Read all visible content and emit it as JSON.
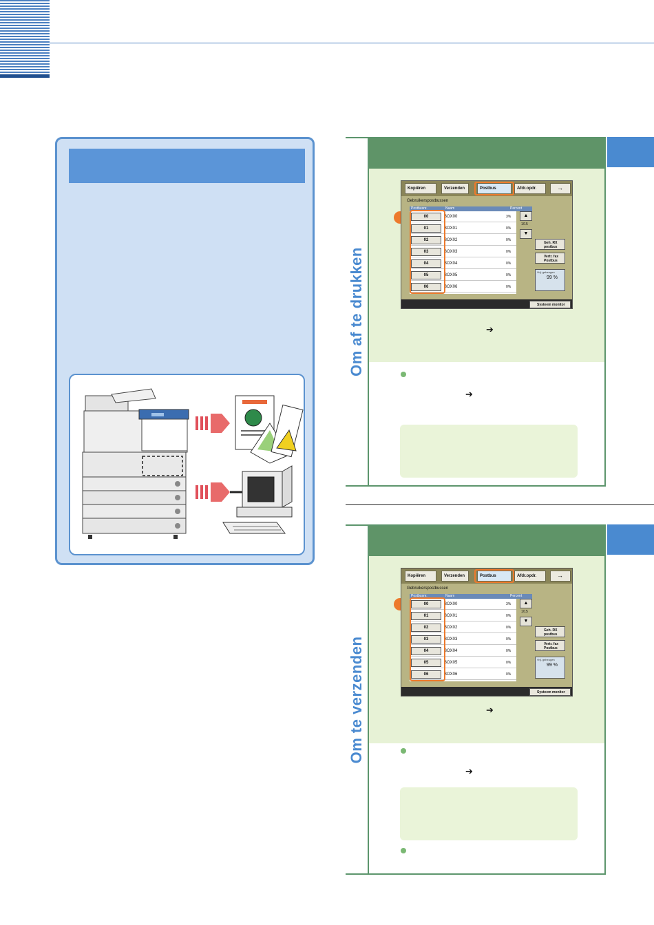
{
  "sections": [
    {
      "title": "Om af te drukken",
      "screen": {
        "tabs": [
          "Kopiëren",
          "Verzenden",
          "Postbus",
          "Afdr.opdr."
        ],
        "subtitle": "Gebruikerspostbussen",
        "columns": [
          "Postbusnr.",
          "Naam",
          "Percent"
        ],
        "rows": [
          {
            "no": "00",
            "name": "BOX00",
            "pct": "3%"
          },
          {
            "no": "01",
            "name": "BOX01",
            "pct": "0%"
          },
          {
            "no": "02",
            "name": "BOX02",
            "pct": "0%"
          },
          {
            "no": "03",
            "name": "BOX03",
            "pct": "0%"
          },
          {
            "no": "04",
            "name": "BOX04",
            "pct": "0%"
          },
          {
            "no": "05",
            "name": "BOX05",
            "pct": "0%"
          },
          {
            "no": "06",
            "name": "BOX06",
            "pct": "0%"
          }
        ],
        "page": "1/15",
        "side_buttons": [
          "Geh. RX postbus",
          "Vertr. fax Postbus"
        ],
        "memory_label": "Vrij. geheugen",
        "memory_value": "99 %",
        "system_monitor": "Systeem monitor"
      }
    },
    {
      "title": "Om te verzenden",
      "screen": {
        "tabs": [
          "Kopiëren",
          "Verzenden",
          "Postbus",
          "Afdr.opdr."
        ],
        "subtitle": "Gebruikerspostbussen",
        "columns": [
          "Postbusnr.",
          "Naam",
          "Percent"
        ],
        "rows": [
          {
            "no": "00",
            "name": "BOX00",
            "pct": "3%"
          },
          {
            "no": "01",
            "name": "BOX01",
            "pct": "0%"
          },
          {
            "no": "02",
            "name": "BOX02",
            "pct": "0%"
          },
          {
            "no": "03",
            "name": "BOX03",
            "pct": "0%"
          },
          {
            "no": "04",
            "name": "BOX04",
            "pct": "0%"
          },
          {
            "no": "05",
            "name": "BOX05",
            "pct": "0%"
          },
          {
            "no": "06",
            "name": "BOX06",
            "pct": "0%"
          }
        ],
        "page": "1/15",
        "side_buttons": [
          "Geh. RX postbus",
          "Vertr. fax Postbus"
        ],
        "memory_label": "Vrij. geheugen",
        "memory_value": "99 %",
        "system_monitor": "Systeem monitor"
      }
    }
  ],
  "glyphs": {
    "arrow": "➔",
    "next_arrow": "→",
    "scroll_up": "▲",
    "scroll_down": "▼"
  },
  "colors": {
    "accent_blue": "#4a8ad0",
    "section_green": "#5f9468",
    "highlight_orange": "#ed7a2c"
  }
}
